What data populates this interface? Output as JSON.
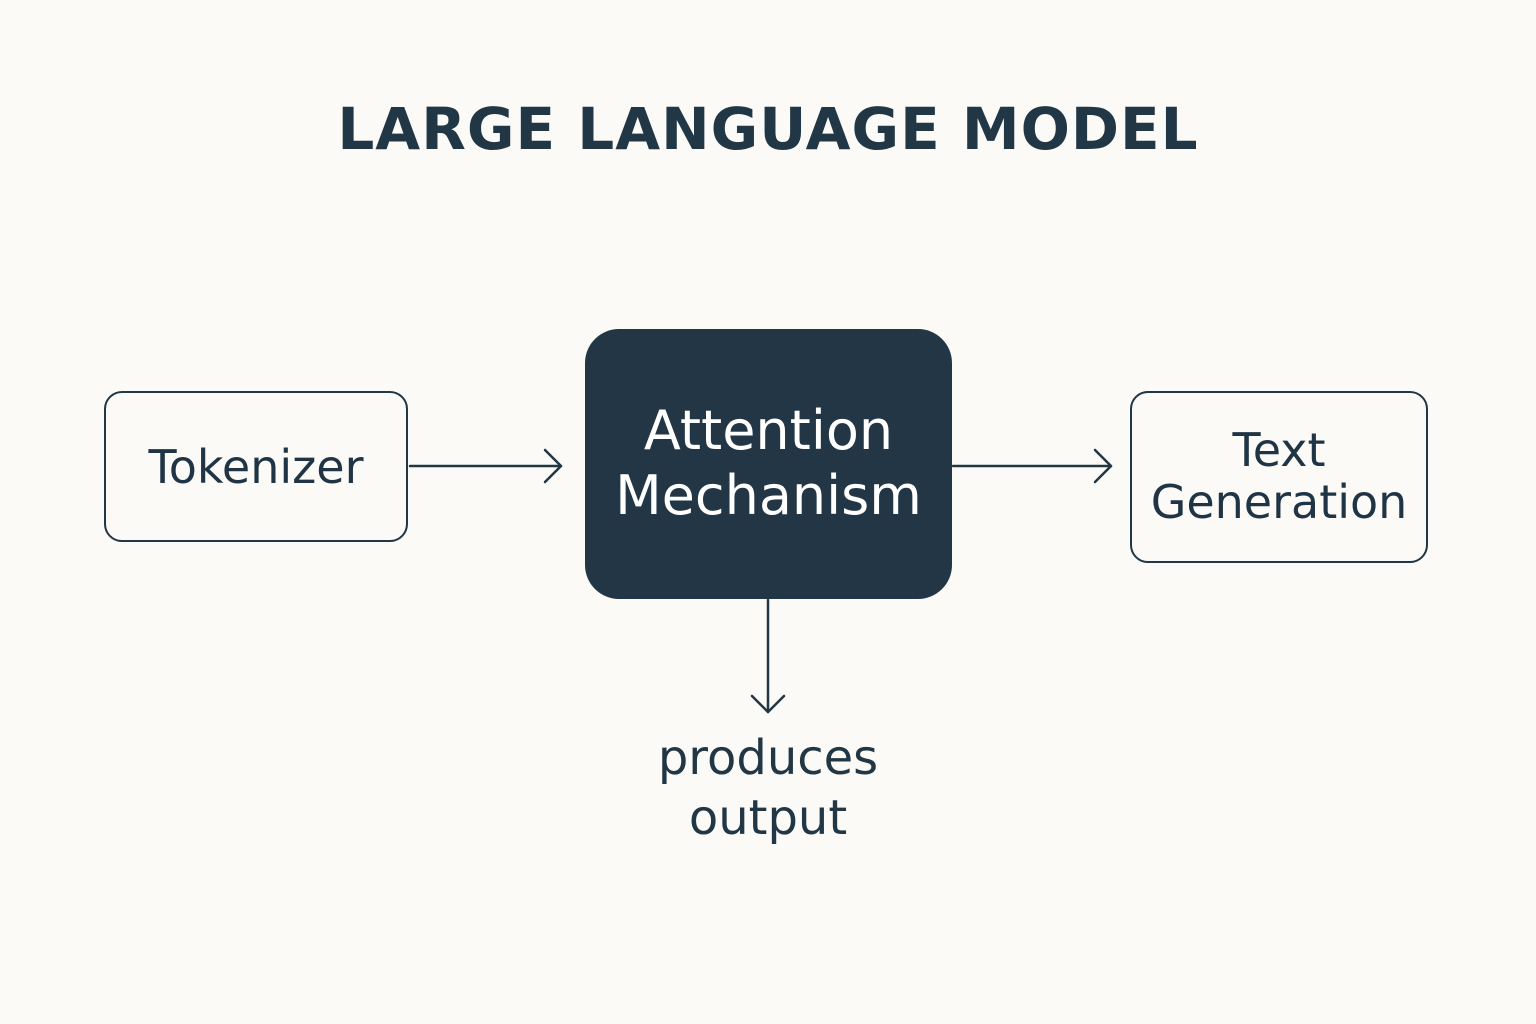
{
  "diagram": {
    "title": "LARGE LANGUAGE MODEL",
    "nodes": {
      "tokenizer": "Tokenizer",
      "attention": "Attention\nMechanism",
      "text_generation": "Text\nGeneration"
    },
    "output_label": "produces\noutput",
    "edges": [
      {
        "from": "tokenizer",
        "to": "attention"
      },
      {
        "from": "attention",
        "to": "text_generation"
      },
      {
        "from": "attention",
        "to": "output_label"
      }
    ],
    "colors": {
      "background": "#fbfaf7",
      "primary": "#213746",
      "filled_box": "#223646",
      "filled_text": "#ffffff"
    }
  }
}
